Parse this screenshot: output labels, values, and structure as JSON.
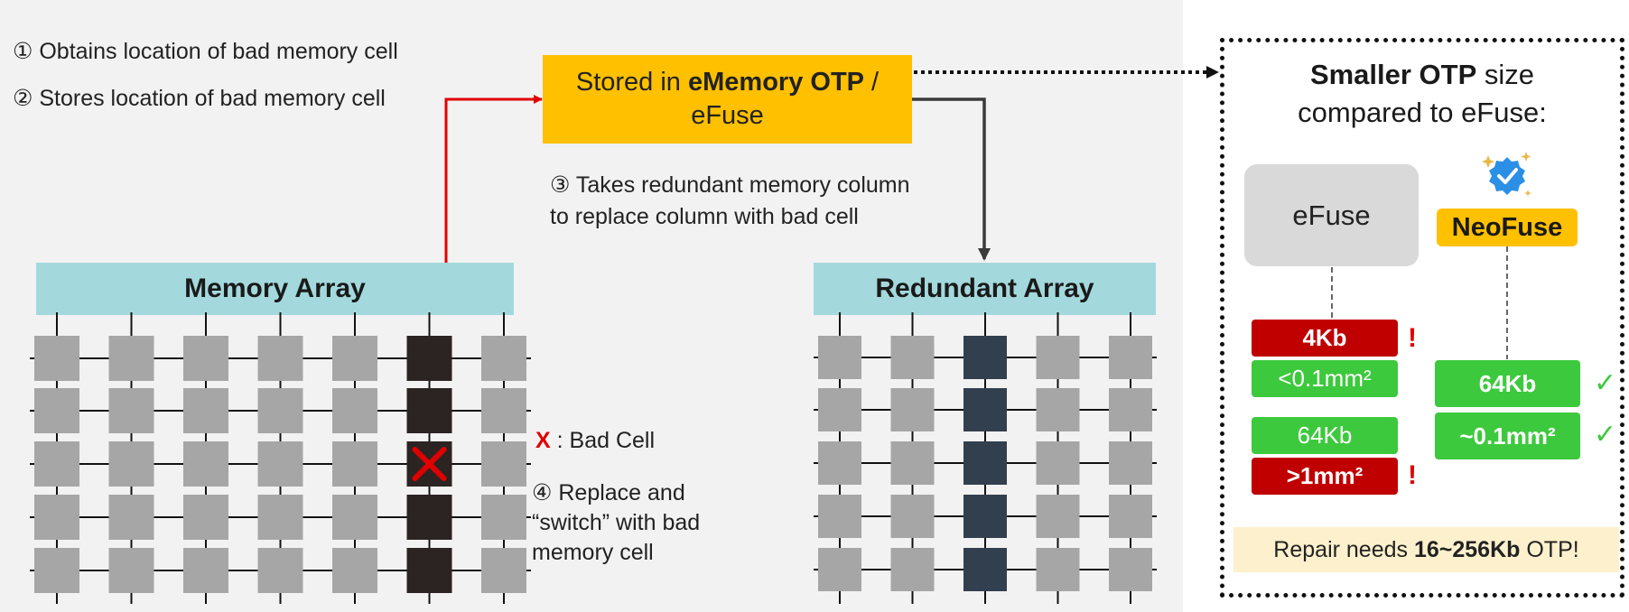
{
  "steps": {
    "step1": "① Obtains location of bad memory cell",
    "step2": "② Stores location of bad memory cell",
    "step3_line1": "③ Takes redundant memory column",
    "step3_line2": "to replace column with bad cell"
  },
  "otp_box": {
    "prefix": "Stored in ",
    "bold": "eMemory OTP",
    "suffix": " /",
    "line2": "eFuse"
  },
  "memory_array": {
    "title": "Memory Array",
    "rows": 5,
    "cols": 7,
    "bad_column": 5,
    "bad_row": 2
  },
  "redundant_array": {
    "title": "Redundant Array",
    "rows": 5,
    "cols": 5,
    "redundant_column": 2
  },
  "legend": {
    "x_mark": "X",
    "bad_cell_label": " : Bad Cell",
    "step4_line1": "④ Replace and",
    "step4_line2": "“switch” with bad",
    "step4_line3": "memory cell"
  },
  "comparison": {
    "title_bold": "Smaller OTP",
    "title_rest": " size",
    "title_line2": "compared to eFuse:",
    "efuse_label": "eFuse",
    "neofuse_label": "NeoFuse",
    "badge_icon": "verified-badge-icon",
    "efuse_small": {
      "capacity": "4Kb",
      "area": "<0.1mm²"
    },
    "efuse_large": {
      "capacity": "64Kb",
      "area": ">1mm²"
    },
    "neofuse": {
      "capacity": "64Kb",
      "area": "~0.1mm²"
    },
    "warning_mark": "!",
    "check_mark": "✓",
    "repair_prefix": "Repair needs ",
    "repair_bold": "16~256Kb",
    "repair_suffix": " OTP!"
  },
  "colors": {
    "accent_yellow": "#ffc000",
    "array_header": "#a3d9dd",
    "cell_gray": "#a6a6a6",
    "bad_cell": "#2b2422",
    "redundant_cell": "#323f4f",
    "red_arrow": "#e00000",
    "bad_red": "#c00000",
    "good_green": "#3dc93d"
  }
}
